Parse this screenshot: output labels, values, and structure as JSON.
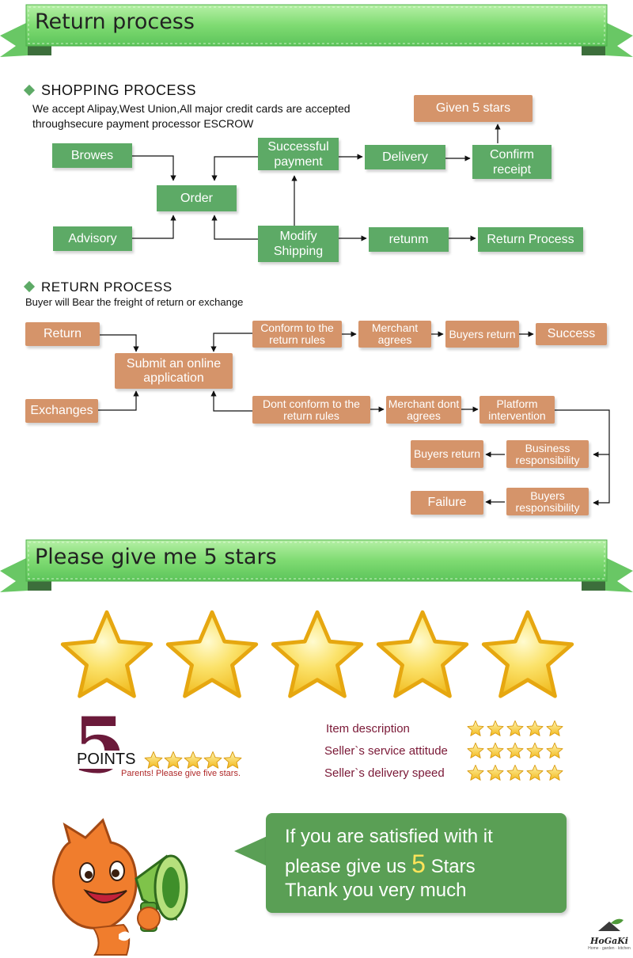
{
  "banners": {
    "return_title": "Return process",
    "stars_title": "Please give me 5 stars"
  },
  "shopping": {
    "heading": "SHOPPING PROCESS",
    "note_line1": "We accept Alipay,West Union,All major credit cards are accepted",
    "note_line2": "throughsecure payment processor ESCROW",
    "nodes": {
      "browes": "Browes",
      "advisory": "Advisory",
      "order": "Order",
      "successful_payment": "Successful payment",
      "modify_shipping": "Modify Shipping",
      "delivery": "Delivery",
      "confirm_receipt": "Confirm receipt",
      "given_5_stars": "Given 5 stars",
      "retunm": "retunm",
      "return_process": "Return Process"
    }
  },
  "returns": {
    "heading": "RETURN PROCESS",
    "note": "Buyer will Bear the freight of return or exchange",
    "nodes": {
      "return": "Return",
      "exchanges": "Exchanges",
      "submit": "Submit an online application",
      "conform": "Conform to the return rules",
      "merchant_agrees": "Merchant agrees",
      "buyers_return_top": "Buyers return",
      "success": "Success",
      "dont_conform": "Dont conform to the return rules",
      "merchant_dont": "Merchant dont agrees",
      "platform": "Platform intervention",
      "business_resp": "Business responsibility",
      "buyers_return_bottom": "Buyers return",
      "buyers_resp": "Buyers responsibility",
      "failure": "Failure"
    }
  },
  "points": {
    "number": "5",
    "word": "POINTS",
    "caption": "Parents! Please give five stars.",
    "stars": 5
  },
  "ratings": [
    {
      "label": "Item description",
      "stars": 5
    },
    {
      "label": "Seller`s service attitude",
      "stars": 5
    },
    {
      "label": "Seller`s delivery speed",
      "stars": 5
    }
  ],
  "speech": {
    "line1": "If you are satisfied with it",
    "line2_pre": "please give us",
    "line2_num": "5",
    "line2_post": "Stars",
    "line3": "Thank you very much"
  },
  "logo": {
    "name": "HoGaKi",
    "tagline": "Home · garden · kitchen"
  },
  "colors": {
    "green": "#5daa66",
    "orange": "#d5946a",
    "star": "#f6cf2c"
  }
}
